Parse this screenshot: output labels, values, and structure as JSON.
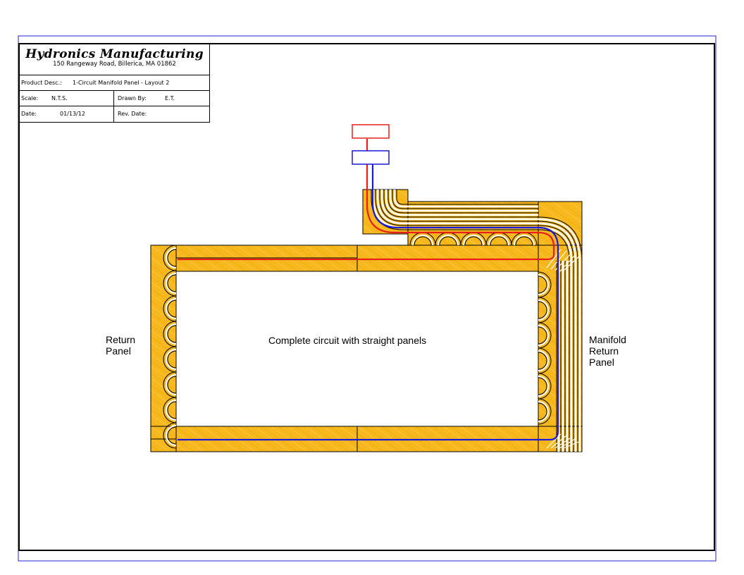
{
  "title_block": {
    "company": "Hydronics Manufacturing",
    "address": "150 Rangeway Road, Billerica, MA 01862",
    "product_desc_label": "Product Desc.:",
    "product_desc_value": "1-Circuit Manifold Panel - Layout 2",
    "scale_label": "Scale:",
    "scale_value": "N.T.S.",
    "drawn_by_label": "Drawn By:",
    "drawn_by_value": "E.T.",
    "date_label": "Date:",
    "date_value": "01/13/12",
    "rev_date_label": "Rev. Date:",
    "rev_date_value": ""
  },
  "labels": {
    "return_panel_line1": "Return",
    "return_panel_line2": "Panel",
    "center_caption": "Complete circuit with straight panels",
    "manifold_line1": "Manifold",
    "manifold_line2": "Return",
    "manifold_line3": "Panel"
  },
  "colors": {
    "panel_fill": "#F7B81E",
    "supply_line": "#E8201A",
    "return_line": "#1A1AD8",
    "border_blue": "#2222CC"
  }
}
